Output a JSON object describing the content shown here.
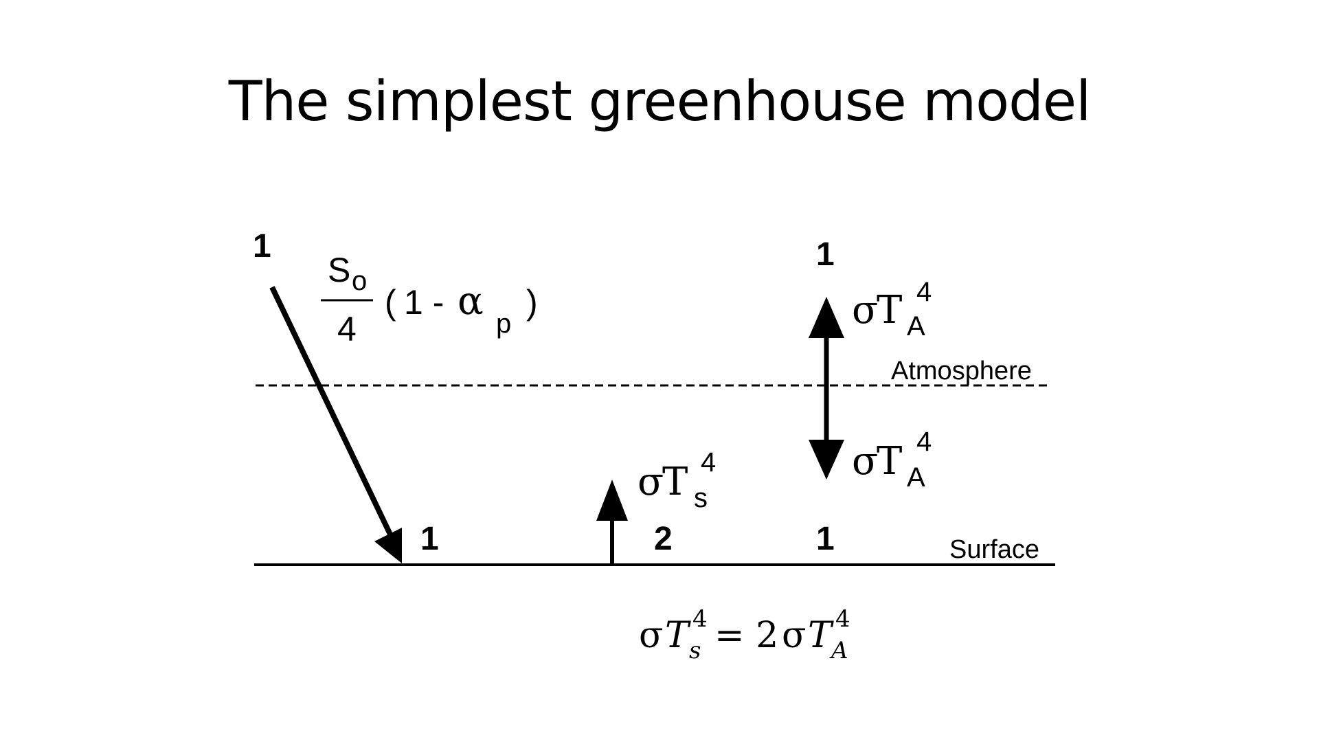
{
  "title": "The simplest greenhouse model",
  "labels": {
    "atmosphere": "Atmosphere",
    "surface": "Surface"
  },
  "numbers": {
    "top_left": "1",
    "top_right": "1",
    "surface_incoming": "1",
    "surface_emission": "2",
    "surface_back": "1"
  },
  "solar_term": {
    "numerator": "S",
    "numerator_sub": "o",
    "denominator": "4",
    "open": "(",
    "one_minus": "1 - ",
    "alpha": "α",
    "alpha_sub": "p",
    "close": ")"
  },
  "flux_terms": {
    "sigma": "σ",
    "T": "T",
    "A_sub": "A",
    "s_sub": "s",
    "power": "4"
  },
  "equation": {
    "lhs_sigma": "σ",
    "lhs_T": "T",
    "lhs_sub": "s",
    "lhs_pow": "4",
    "equals": "= 2",
    "rhs_sigma": "σ",
    "rhs_T": "T",
    "rhs_sub": "A",
    "rhs_pow": "4"
  }
}
